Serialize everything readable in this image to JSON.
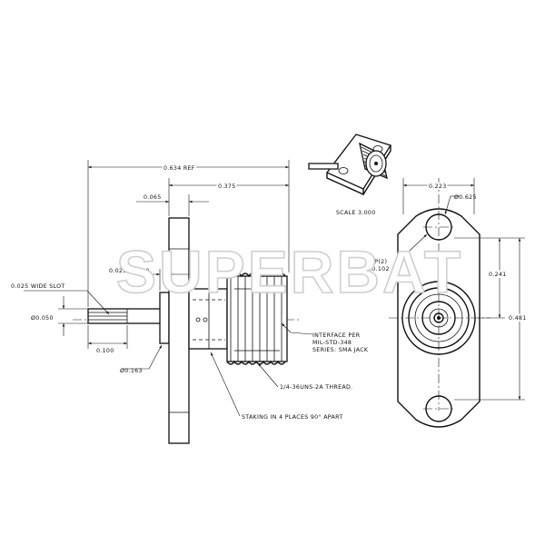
{
  "watermark": "SUPERBAT",
  "side_view": {
    "dim_overall_ref": "0.634 REF",
    "dim_body": "0.375",
    "dim_flange": "0.065",
    "dim_gap": "0.025±0.010",
    "dim_slot": "0.025 WIDE SLOT",
    "dim_pin_dia": "Ø0.050",
    "dim_pin_len": "0.100",
    "dim_shoulder_dia": "Ø0.163",
    "note_interface": [
      "INTERFACE PER",
      "MIL-STD-348",
      "SERIES: SMA JACK"
    ],
    "note_thread": "1/4-36UNS-2A THREAD.",
    "note_staking": "STAKING IN 4 PLACES 90° APART"
  },
  "iso_view": {
    "scale_text": "SCALE  3.000"
  },
  "front_view": {
    "dim_hole_spacing": "0.223",
    "dim_flange_dia": "Ø0.625",
    "dim_half_height": "0.241",
    "dim_height": "0.481",
    "note_holes": [
      "TYP(2)",
      "Ø0.102"
    ]
  }
}
